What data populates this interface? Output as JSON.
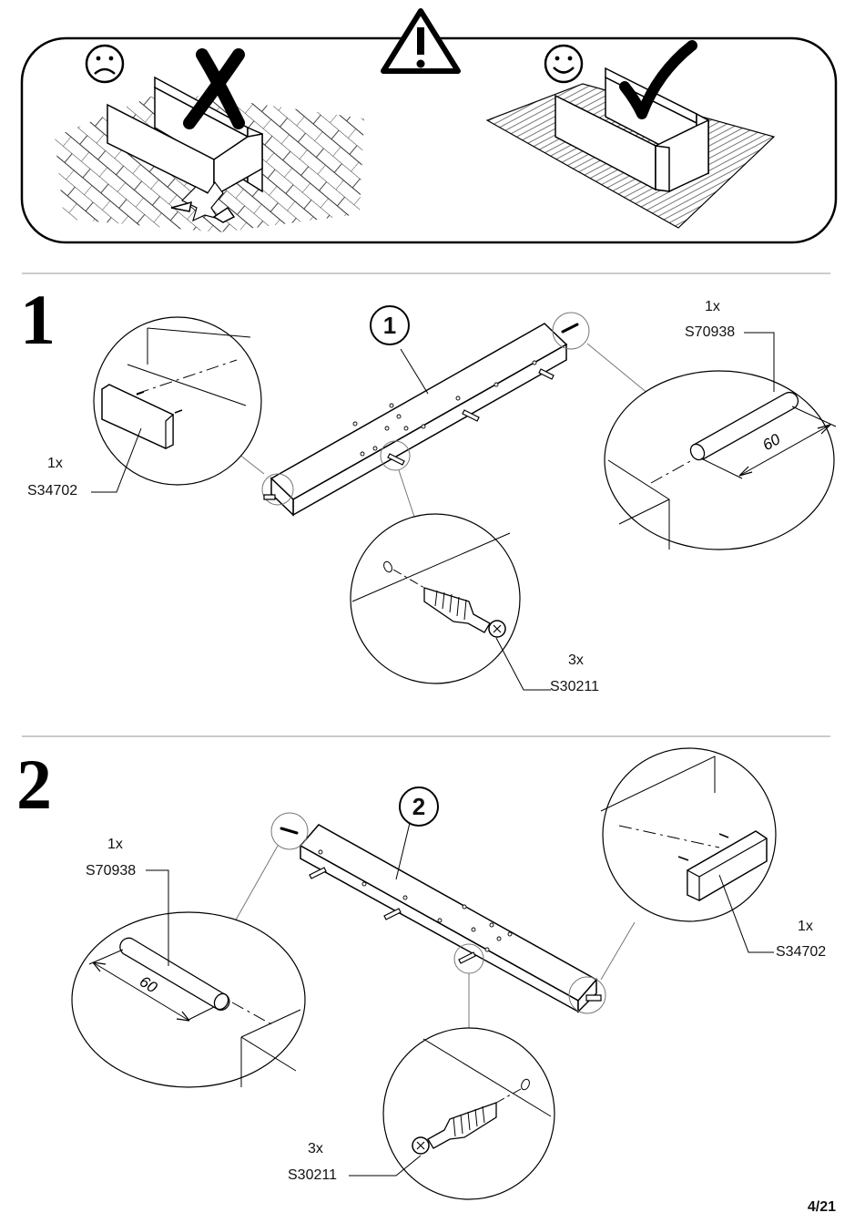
{
  "warning": {
    "sad_face_icon": "frowning-face-icon",
    "happy_face_icon": "smiling-face-icon",
    "warning_icon": "warning-triangle-icon",
    "wrong_mark_icon": "cross-mark-icon",
    "right_mark_icon": "check-mark-icon"
  },
  "step1": {
    "number": "1",
    "part_callout": "1",
    "parts": [
      {
        "qty": "1x",
        "code": "S70938"
      },
      {
        "qty": "1x",
        "code": "S34702"
      },
      {
        "qty": "3x",
        "code": "S30211"
      }
    ],
    "dimension": "60"
  },
  "step2": {
    "number": "2",
    "part_callout": "2",
    "parts": [
      {
        "qty": "1x",
        "code": "S70938"
      },
      {
        "qty": "1x",
        "code": "S34702"
      },
      {
        "qty": "3x",
        "code": "S30211"
      }
    ],
    "dimension": "60"
  },
  "page": "4/21"
}
